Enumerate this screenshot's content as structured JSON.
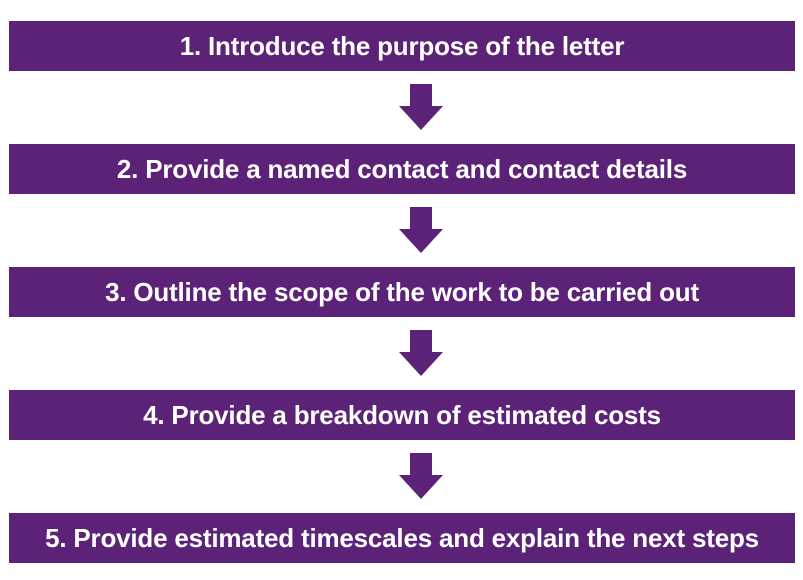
{
  "diagram": {
    "accent_color": "#5b2278",
    "arrow_icon": "down-arrow-icon",
    "steps": [
      "1. Introduce the purpose of the letter",
      "2. Provide a named contact and contact details",
      "3. Outline the scope of the work to be carried out",
      "4. Provide a breakdown of estimated costs",
      "5. Provide estimated timescales and explain the next steps"
    ]
  }
}
